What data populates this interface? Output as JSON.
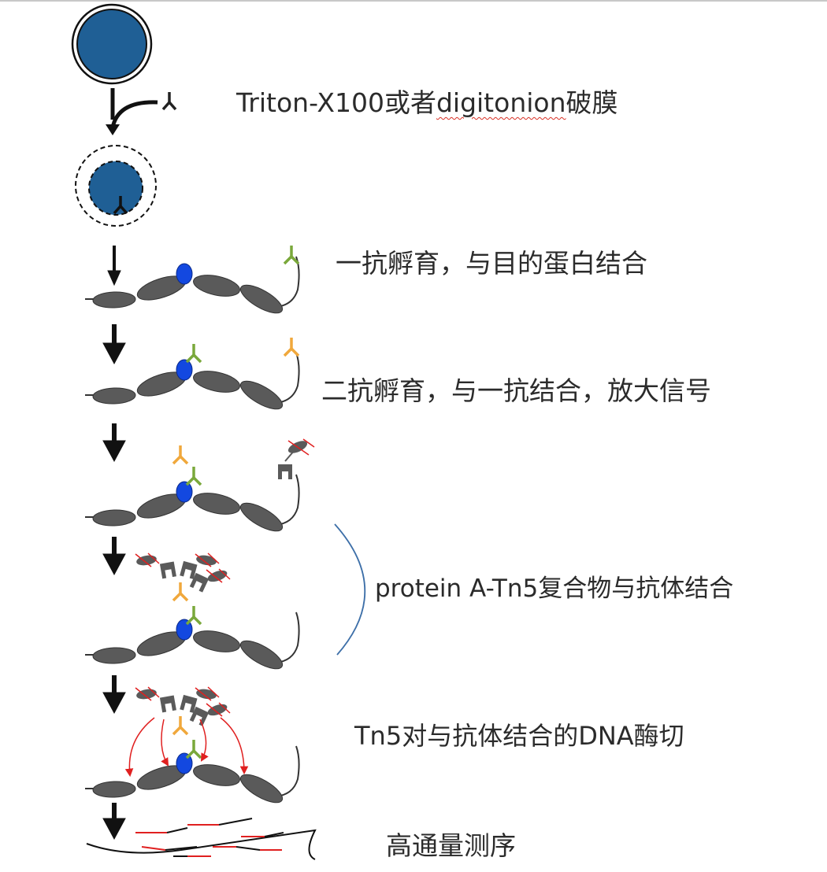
{
  "steps": {
    "permeabilize": {
      "prefix": "Triton-X100或者",
      "underlined": "digitonion",
      "suffix": "破膜"
    },
    "primary_antibody": "一抗孵育，与目的蛋白结合",
    "secondary_antibody": "二抗孵育，与一抗结合，放大信号",
    "ptn5_binding": "protein A-Tn5复合物与抗体结合",
    "tn5_cleavage": "Tn5对与抗体结合的DNA酶切",
    "sequencing": "高通量测序"
  },
  "colors": {
    "cell_nucleus": "#1f5f95",
    "target_protein": "#1348e0",
    "nucleosome": "#5a5a5a",
    "primary_antibody": "#7aa83b",
    "secondary_antibody": "#f0a83c",
    "tn5": "#5a5a5a",
    "adapter": "#e02020",
    "bracket": "#3d6fa8",
    "cut_arrow": "#e02020"
  }
}
